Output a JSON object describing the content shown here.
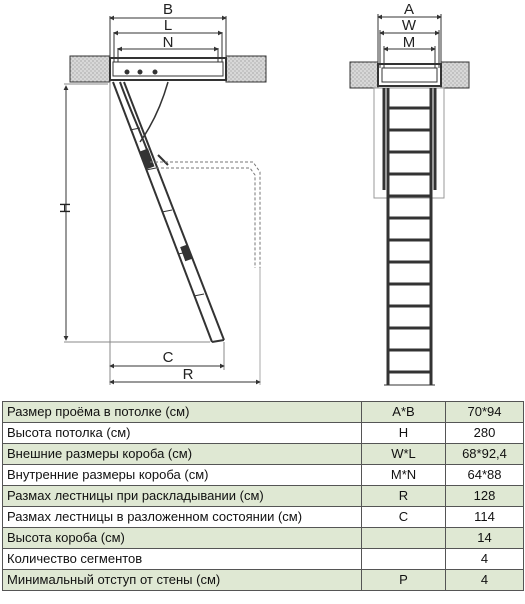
{
  "dimension_labels": {
    "b": "B",
    "l": "L",
    "n": "N",
    "h": "H",
    "c": "C",
    "r": "R",
    "a": "A",
    "w": "W",
    "m": "M"
  },
  "specs": [
    {
      "label": "Размер проёма в потолке (см)",
      "symbol": "A*B",
      "value": "70*94"
    },
    {
      "label": "Высота потолка (см)",
      "symbol": "H",
      "value": "280"
    },
    {
      "label": "Внешние размеры короба (см)",
      "symbol": "W*L",
      "value": "68*92,4"
    },
    {
      "label": "Внутренние размеры короба (см)",
      "symbol": "M*N",
      "value": "64*88"
    },
    {
      "label": "Размах лестницы при раскладывании (см)",
      "symbol": "R",
      "value": "128"
    },
    {
      "label": "Размах лестницы в разложенном состоянии (см)",
      "symbol": "C",
      "value": "114"
    },
    {
      "label": "Высота короба (см)",
      "symbol": "",
      "value": "14"
    },
    {
      "label": "Количество сегментов",
      "symbol": "",
      "value": "4"
    },
    {
      "label": "Минимальный отступ от стены (см)",
      "symbol": "P",
      "value": "4"
    }
  ]
}
